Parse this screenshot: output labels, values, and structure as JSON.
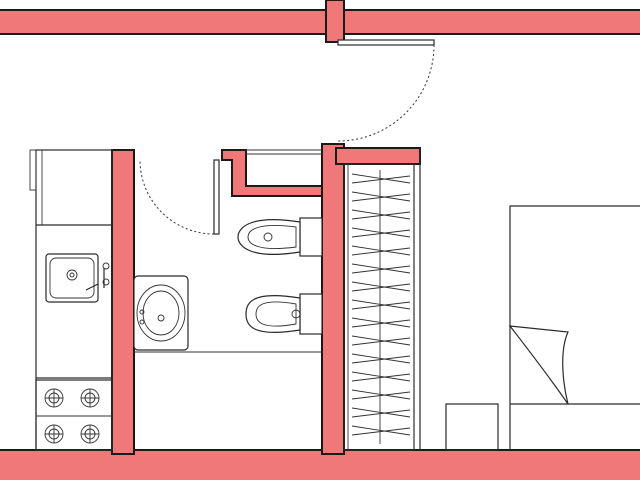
{
  "colors": {
    "wall_fill": "#f07878",
    "outline": "#1a1a1a",
    "background": "#ffffff"
  },
  "rooms": [
    "kitchenette",
    "bathroom",
    "wardrobe",
    "bedroom",
    "entrance"
  ]
}
